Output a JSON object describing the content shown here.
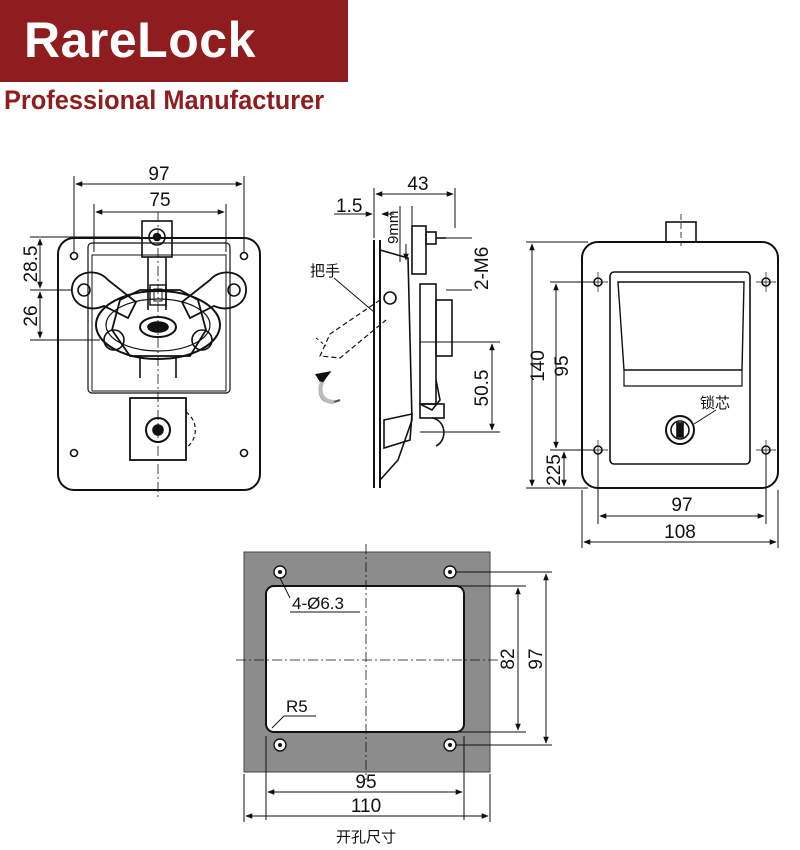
{
  "brand": {
    "name": "RareLock",
    "tagline": "Professional Manufacturer",
    "color": "#8f1d1f"
  },
  "front_view": {
    "width_outer": "97",
    "width_inner": "75",
    "height_top": "28.5",
    "height_mid": "26"
  },
  "side_view": {
    "depth": "43",
    "plate_thickness": "1.5",
    "bolt_length": "9mm",
    "bolt_spec": "2-M6",
    "handle_label": "把手",
    "handle_travel": "50.5"
  },
  "back_view": {
    "height_total": "140",
    "height_window": "95",
    "height_bottom": "225",
    "width_inner": "97",
    "width_outer": "108",
    "cylinder_label": "锁芯"
  },
  "cutout": {
    "holes": "4-Ø6.3",
    "radius": "R5",
    "height_inner": "82",
    "height_outer": "97",
    "width_inner": "95",
    "width_outer": "110",
    "caption": "开孔尺寸",
    "plate_color": "#8c8c8c"
  }
}
